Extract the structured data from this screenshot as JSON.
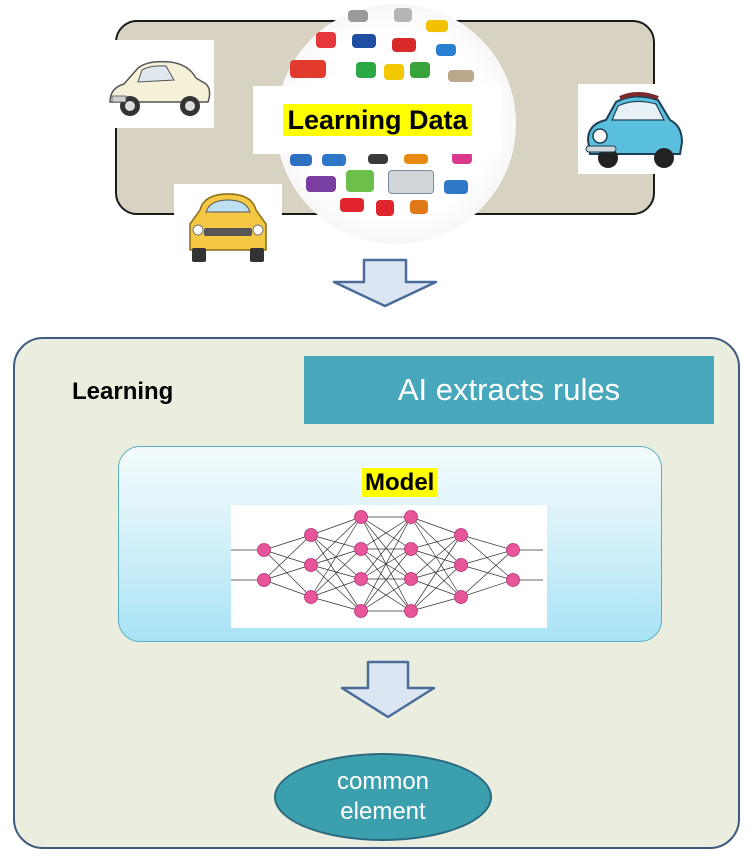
{
  "learning_data": {
    "label": "Learning Data"
  },
  "learning_section": {
    "label": "Learning",
    "rules_banner": "AI extracts rules",
    "model": {
      "label": "Model"
    },
    "output": {
      "line1": "common",
      "line2": "element"
    }
  },
  "colors": {
    "data_box_fill": "#d7d2c1",
    "learning_box_fill": "#ebeedf",
    "banner_fill": "#47a8bb",
    "highlight": "#ffff00",
    "ellipse_fill": "#3c9fae",
    "arrow_fill": "#dce6f2",
    "arrow_stroke": "#4a6c9b",
    "node_color": "#e8559a"
  }
}
